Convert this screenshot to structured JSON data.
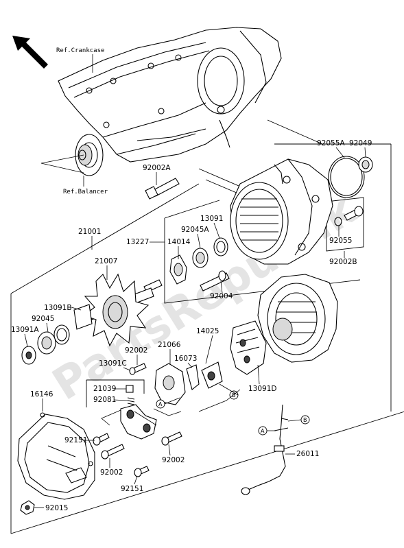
{
  "watermark": "PartsRepublik",
  "references": {
    "crankcase": "Ref.Crankcase",
    "balancer": "Ref.Balancer"
  },
  "callouts": {
    "a": "A",
    "b": "B"
  },
  "parts": {
    "p92055A": "92055A",
    "p92049": "92049",
    "p92002A": "92002A",
    "p13091": "13091",
    "p92045A": "92045A",
    "p21001": "21001",
    "p13227": "13227",
    "p14014": "14014",
    "p92055": "92055",
    "p92002B": "92002B",
    "p21007": "21007",
    "p92004": "92004",
    "p13091B": "13091B",
    "p92045": "92045",
    "p13091A": "13091A",
    "p14025": "14025",
    "p92002_a": "92002",
    "p21066": "21066",
    "p16073": "16073",
    "p13091C": "13091C",
    "p13091D": "13091D",
    "p21039": "21039",
    "p92081": "92081",
    "p16146": "16146",
    "p92151_a": "92151",
    "p92002_b": "92002",
    "p92002_c": "92002",
    "p26011": "26011",
    "p92151_b": "92151",
    "p92015": "92015"
  },
  "icons": {
    "orientation": "front-arrow-icon"
  }
}
